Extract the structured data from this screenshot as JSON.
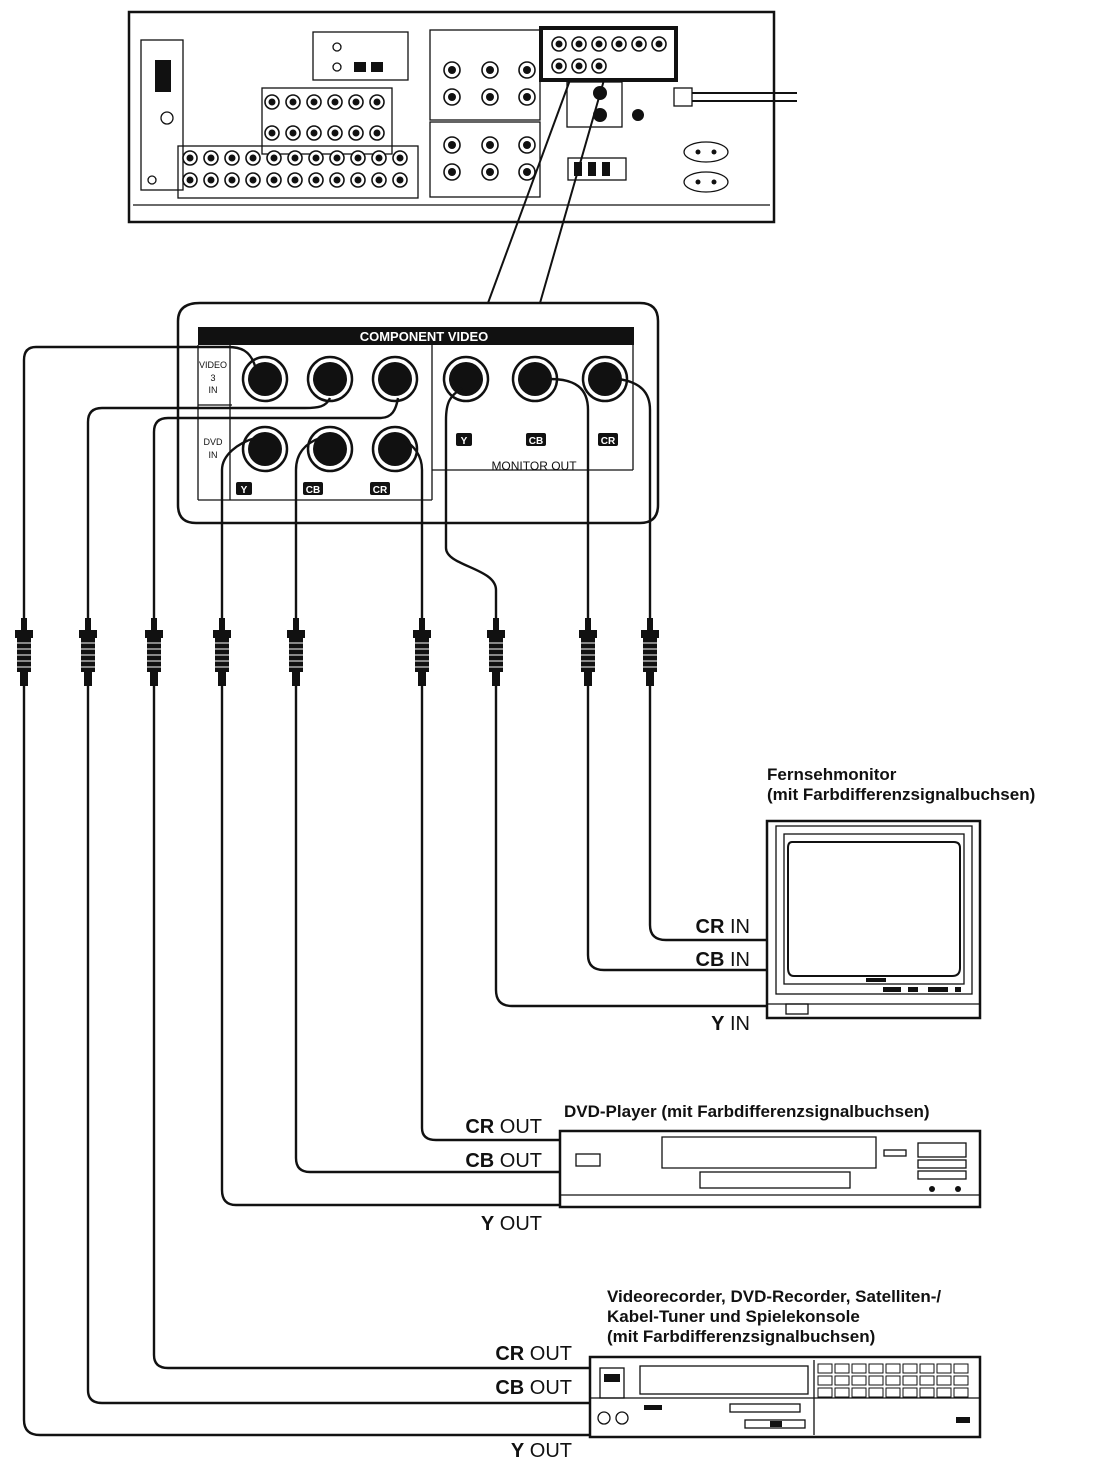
{
  "panel": {
    "title": "COMPONENT VIDEO",
    "row_video3": "VIDEO 3 IN",
    "row_video3_line1": "VIDEO",
    "row_video3_line2": "3",
    "row_video3_line3": "IN",
    "row_dvd_line1": "DVD",
    "row_dvd_line2": "IN",
    "monitor_out": "MONITOR OUT",
    "tags": {
      "y": "Y",
      "cb": "CB",
      "cr": "CR"
    }
  },
  "tv": {
    "title_line1": "Fernsehmonitor",
    "title_line2": "(mit Farbdifferenzsignalbuchsen)",
    "cr": {
      "bold": "CR",
      "rest": " IN"
    },
    "cb": {
      "bold": "CB",
      "rest": " IN"
    },
    "y": {
      "bold": "Y",
      "rest": " IN"
    }
  },
  "dvd": {
    "title": "DVD-Player (mit Farbdifferenzsignalbuchsen)",
    "cr": {
      "bold": "CR",
      "rest": " OUT"
    },
    "cb": {
      "bold": "CB",
      "rest": " OUT"
    },
    "y": {
      "bold": "Y",
      "rest": " OUT"
    }
  },
  "vcr": {
    "title_line1": "Videorecorder, DVD-Recorder, Satelliten-/",
    "title_line2": "Kabel-Tuner und Spielekonsole",
    "title_line3": "(mit Farbdifferenzsignalbuchsen)",
    "cr": {
      "bold": "CR",
      "rest": " OUT"
    },
    "cb": {
      "bold": "CB",
      "rest": " OUT"
    },
    "y": {
      "bold": "Y",
      "rest": " OUT"
    }
  }
}
